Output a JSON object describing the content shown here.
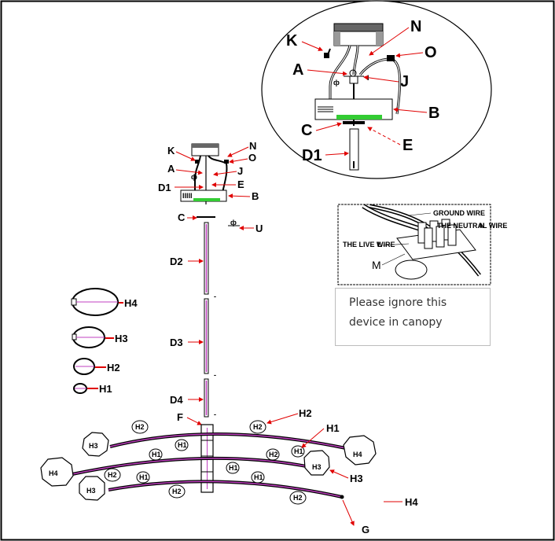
{
  "labels": {
    "A": "A",
    "B": "B",
    "C": "C",
    "D1": "D1",
    "D2": "D2",
    "D3": "D3",
    "D4": "D4",
    "E": "E",
    "F": "F",
    "G": "G",
    "H1": "H1",
    "H2": "H2",
    "H3": "H3",
    "H4": "H4",
    "J": "J",
    "K": "K",
    "M": "M",
    "N": "N",
    "O": "O",
    "U": "U"
  },
  "wiring_inset": {
    "ground": "GROUND WIRE",
    "neutral": "THE NEUTRAL WIRE",
    "neutral_tag": "N",
    "live": "THE LIVE WIRE",
    "live_tag": "L"
  },
  "note": {
    "line1": "Please ignore this",
    "line2": "device in canopy"
  },
  "colors": {
    "accent_red": "#e00000",
    "rod_magenta": "#c040c0",
    "plate_green": "#33cc33"
  }
}
